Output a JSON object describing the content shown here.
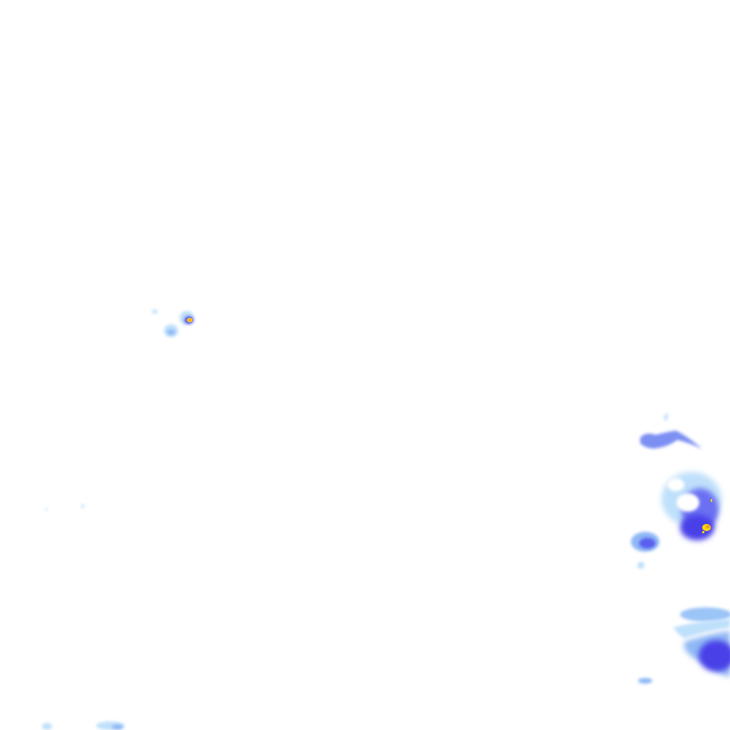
{
  "map": {
    "type": "precipitation-radar-tile",
    "palette": {
      "light": "#bfe0fb",
      "medium": "#8fb8f5",
      "heavy": "#5a5ff0",
      "intense": "#3a2fe6",
      "extreme_core": "#ffd400",
      "extreme_center": "#f0a020"
    },
    "cells": [
      {
        "name": "cell-northwest-small",
        "intensity": "light"
      },
      {
        "name": "cell-northwest-core",
        "intensity": "extreme"
      },
      {
        "name": "cell-northwest-secondary",
        "intensity": "medium"
      },
      {
        "name": "cell-east-band",
        "intensity": "heavy"
      },
      {
        "name": "cell-east-ring",
        "intensity": "heavy"
      },
      {
        "name": "cell-east-core",
        "intensity": "extreme"
      },
      {
        "name": "cell-east-small",
        "intensity": "heavy"
      },
      {
        "name": "cell-southeast",
        "intensity": "intense"
      },
      {
        "name": "cell-southwest-fragments",
        "intensity": "light"
      }
    ]
  }
}
